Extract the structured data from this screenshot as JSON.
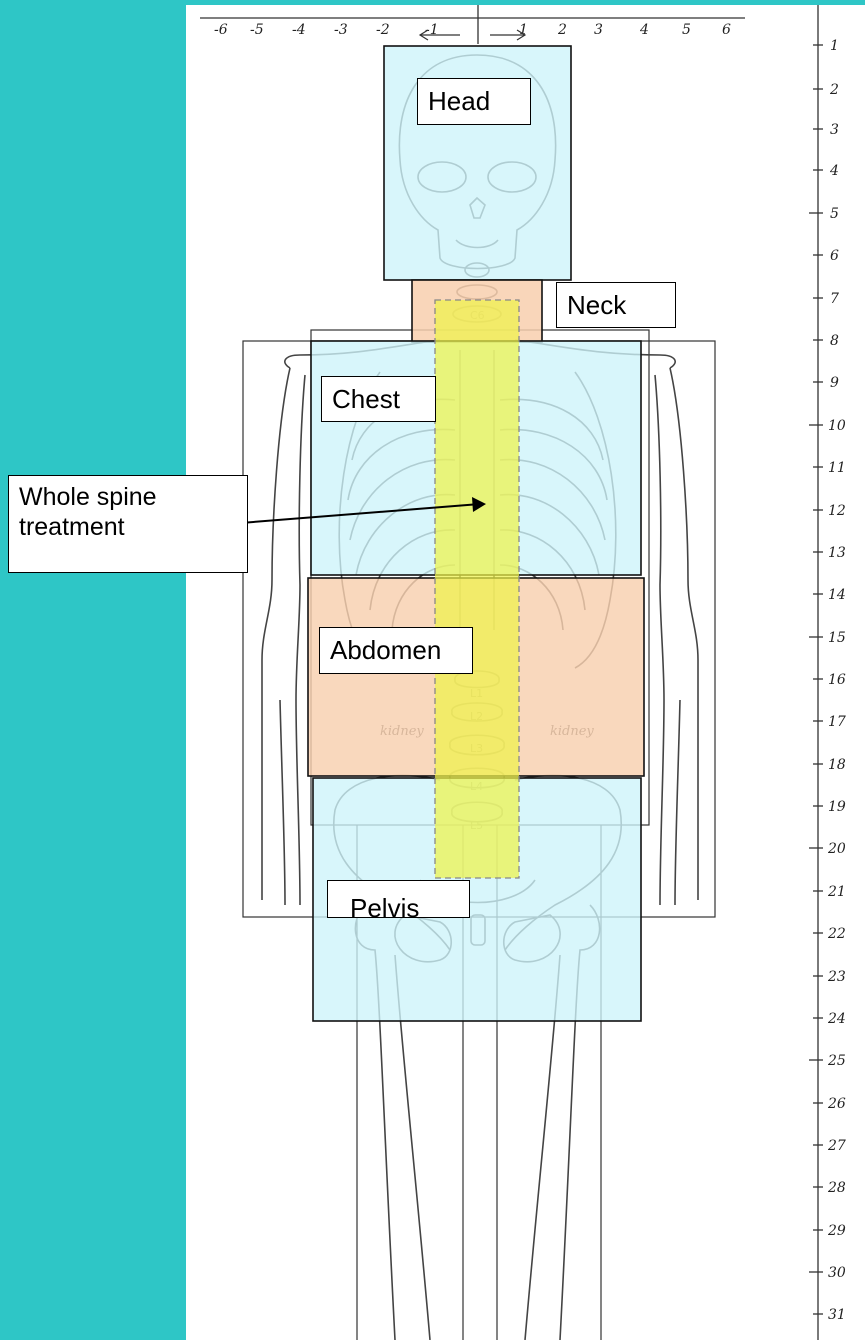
{
  "regions": {
    "head": "Head",
    "neck": "Neck",
    "chest": "Chest",
    "abdomen": "Abdomen",
    "pelvis": "Pelvis"
  },
  "callout": {
    "text": "Whole spine treatment"
  },
  "organ_labels": {
    "left_kidney": "kidney",
    "right_kidney": "kidney"
  },
  "vertebra_labels": [
    "C6",
    "L1",
    "L2",
    "L3",
    "L4",
    "L5"
  ],
  "horizontal_ruler": [
    "-6",
    "-5",
    "-4",
    "-3",
    "-2",
    "-1",
    "1",
    "2",
    "3",
    "4",
    "5",
    "6"
  ],
  "vertical_ruler": [
    "1",
    "2",
    "3",
    "4",
    "5",
    "6",
    "7",
    "8",
    "9",
    "10",
    "11",
    "12",
    "13",
    "14",
    "15",
    "16",
    "17",
    "18",
    "19",
    "20",
    "21",
    "22",
    "23",
    "24",
    "25",
    "26",
    "27",
    "28",
    "29",
    "30",
    "31"
  ],
  "colors": {
    "background": "#2ec6c6",
    "light_blue_region": "#cdf4fa",
    "orange_region": "#f8cfae",
    "spine_yellow": "#eef24a"
  }
}
